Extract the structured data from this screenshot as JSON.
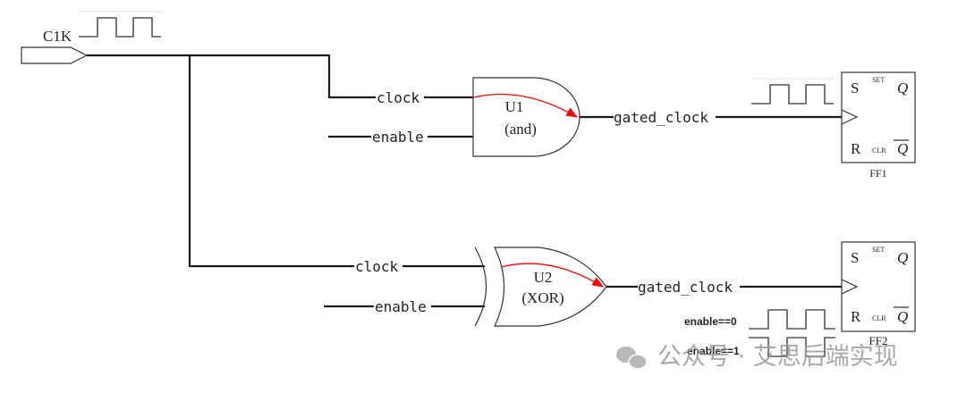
{
  "input": {
    "name": "C1K"
  },
  "gates": [
    {
      "id": "U1",
      "type": "(and)",
      "inputs": [
        "clock",
        "enable"
      ],
      "output": "gated_clock"
    },
    {
      "id": "U2",
      "type": "(XOR)",
      "inputs": [
        "clock",
        "enable"
      ],
      "output": "gated_clock"
    }
  ],
  "flipflops": [
    {
      "id": "FF1",
      "s": "S",
      "r": "R",
      "set": "SET",
      "clr": "CLR",
      "q": "Q",
      "qbar": "Q"
    },
    {
      "id": "FF2",
      "s": "S",
      "r": "R",
      "set": "SET",
      "clr": "CLR",
      "q": "Q",
      "qbar": "Q"
    }
  ],
  "annotations": {
    "enable0": "enable==0",
    "enable1": "enable==1"
  },
  "watermark": {
    "text": "公众号 · 艾思后端实现"
  },
  "colors": {
    "signal_flow": "#ff0000",
    "wire": "#1a1a1a"
  }
}
